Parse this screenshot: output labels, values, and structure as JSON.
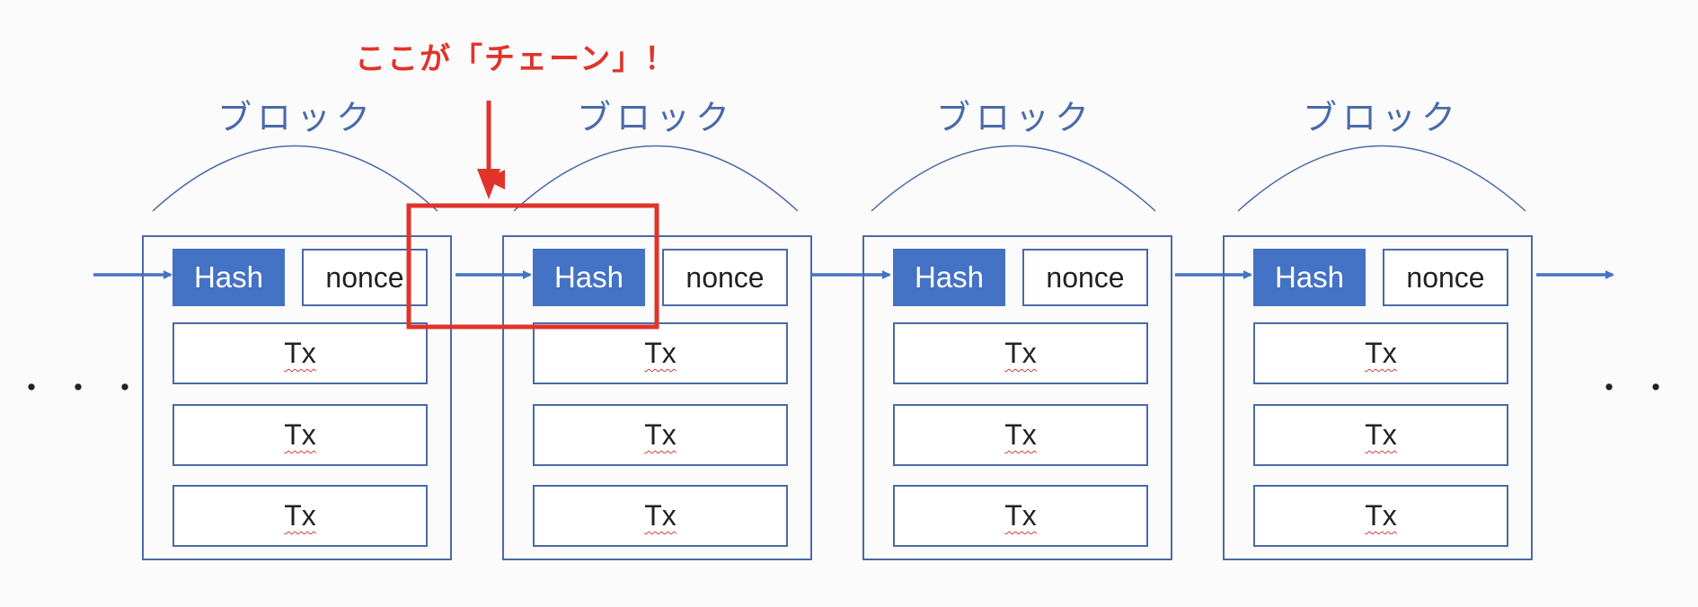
{
  "callout": "ここが「チェーン」！",
  "blocks": [
    {
      "title": "ブロック",
      "hash": "Hash",
      "nonce": "nonce",
      "tx": [
        "Tx",
        "Tx",
        "Tx"
      ]
    },
    {
      "title": "ブロック",
      "hash": "Hash",
      "nonce": "nonce",
      "tx": [
        "Tx",
        "Tx",
        "Tx"
      ]
    },
    {
      "title": "ブロック",
      "hash": "Hash",
      "nonce": "nonce",
      "tx": [
        "Tx",
        "Tx",
        "Tx"
      ]
    },
    {
      "title": "ブロック",
      "hash": "Hash",
      "nonce": "nonce",
      "tx": [
        "Tx",
        "Tx",
        "Tx"
      ]
    }
  ],
  "ellipsis_left": "・・・",
  "ellipsis_right": "・・・",
  "colors": {
    "accent": "#e0342a",
    "block_border": "#4a6aa8",
    "hash_fill": "#4472c4"
  }
}
